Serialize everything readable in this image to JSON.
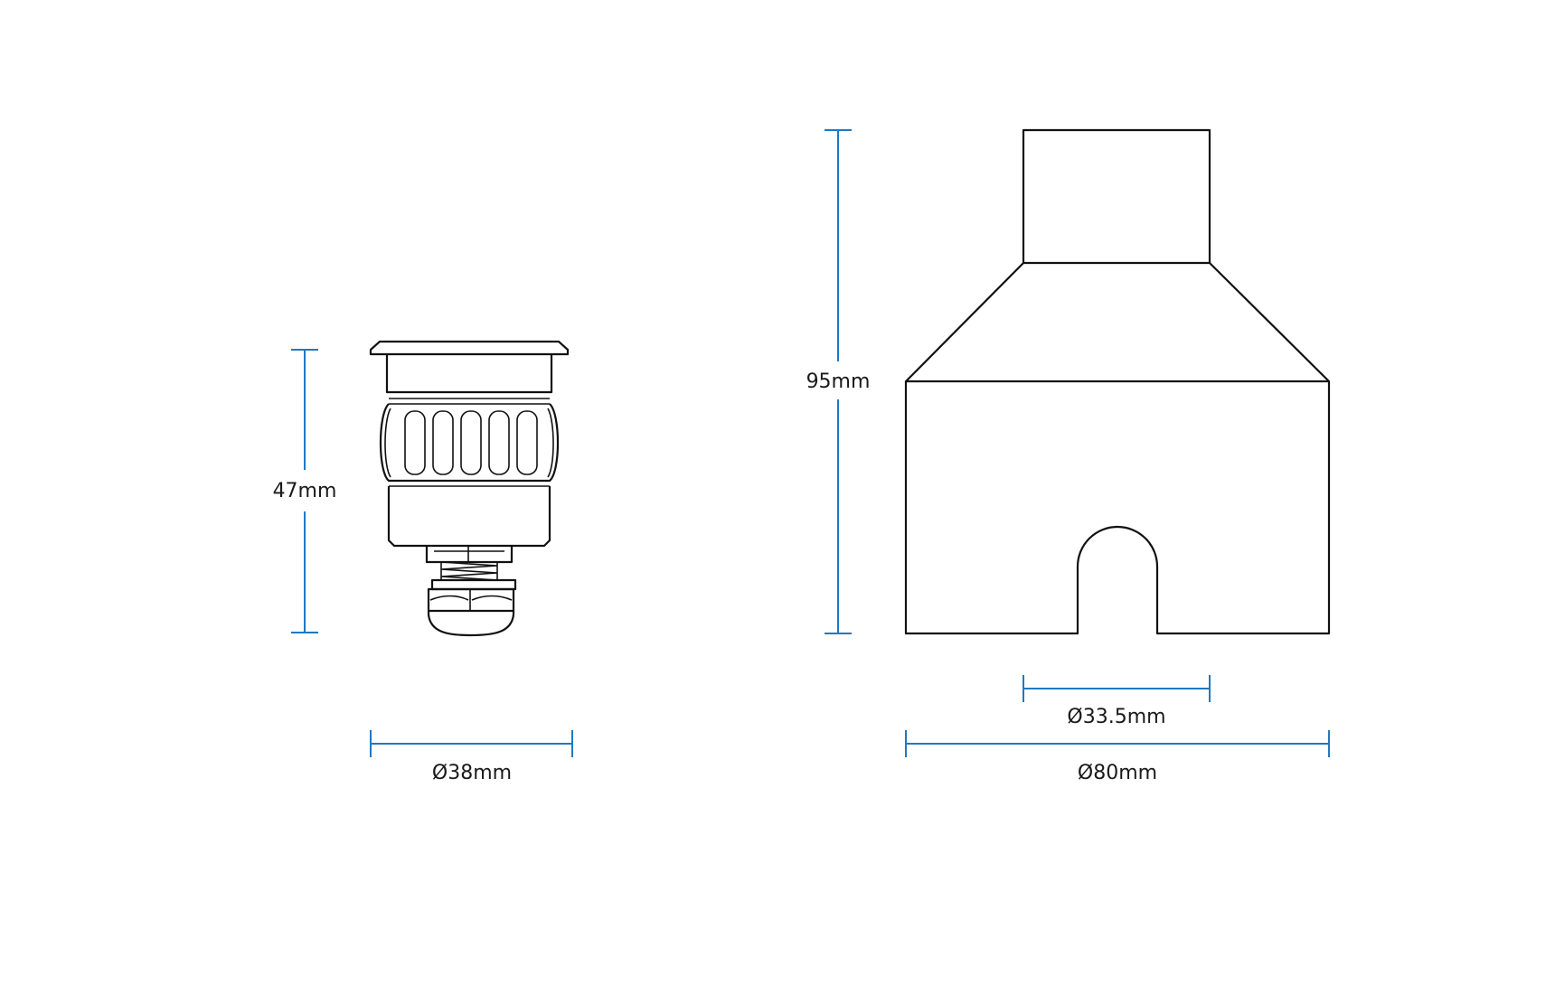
{
  "colors": {
    "dimension_line": "#1f78c1",
    "outline": "#111111",
    "background": "#ffffff"
  },
  "left_view": {
    "height_label": "47mm",
    "diameter_label": "Ø38mm"
  },
  "right_view": {
    "height_label": "95mm",
    "inner_diameter_label": "Ø33.5mm",
    "outer_diameter_label": "Ø80mm"
  }
}
